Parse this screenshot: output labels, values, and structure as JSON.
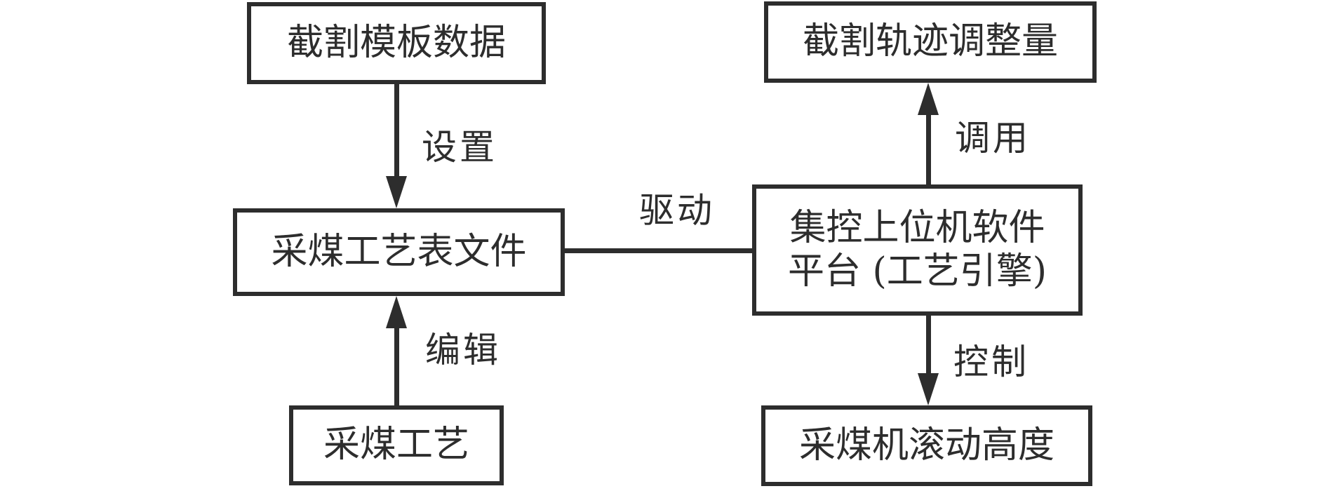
{
  "diagram": {
    "type": "flowchart",
    "background_color": "#ffffff",
    "line_color": "#2d2d2d",
    "nodes": [
      {
        "id": "cutting-template-data",
        "label": "截割模板数据"
      },
      {
        "id": "mining-process-table-file",
        "label": "采煤工艺表文件"
      },
      {
        "id": "mining-process",
        "label": "采煤工艺"
      },
      {
        "id": "cutting-trajectory-adjustment",
        "label": "截割轨迹调整量"
      },
      {
        "id": "central-control-platform",
        "label_line1": "集控上位机软件",
        "label_line2": "平台 (工艺引擎)"
      },
      {
        "id": "shearer-rolling-height",
        "label": "采煤机滚动高度"
      }
    ],
    "edges": [
      {
        "label": "设置",
        "from": "cutting-template-data",
        "to": "mining-process-table-file",
        "type": "arrow-down"
      },
      {
        "label": "编辑",
        "from": "mining-process",
        "to": "mining-process-table-file",
        "type": "arrow-up"
      },
      {
        "label": "驱动",
        "from": "mining-process-table-file",
        "to": "central-control-platform",
        "type": "plain-line"
      },
      {
        "label": "调用",
        "from": "central-control-platform",
        "to": "cutting-trajectory-adjustment",
        "type": "arrow-up"
      },
      {
        "label": "控制",
        "from": "central-control-platform",
        "to": "shearer-rolling-height",
        "type": "arrow-down"
      }
    ]
  }
}
